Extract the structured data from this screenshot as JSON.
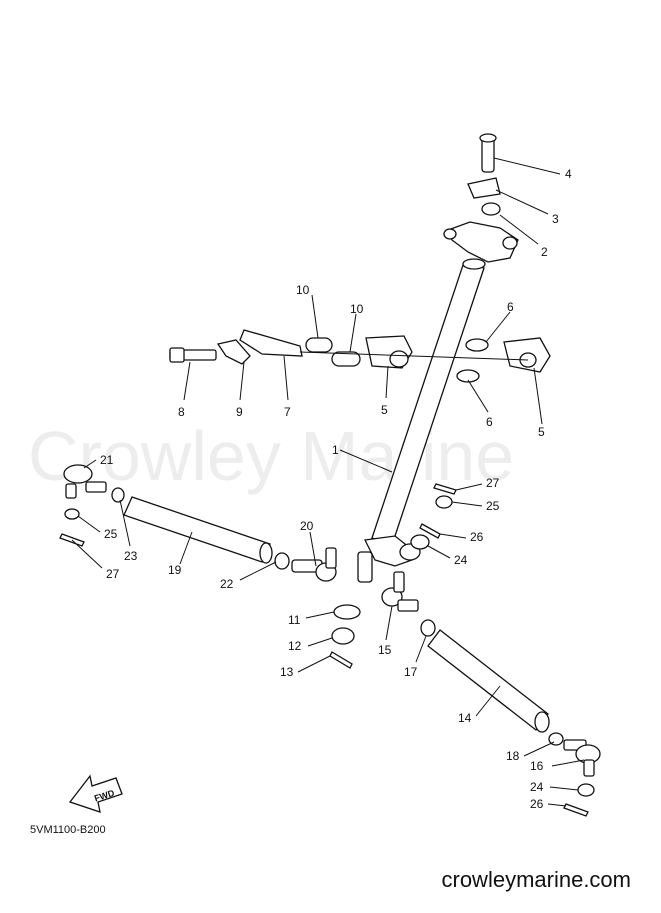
{
  "watermark": "Crowley Marine",
  "website": "crowleymarine.com",
  "diagram_code": "5VM1100-B200",
  "fwd_label": "FWD",
  "callouts": {
    "c1": "1",
    "c2": "2",
    "c3": "3",
    "c4": "4",
    "c5a": "5",
    "c5b": "5",
    "c6a": "6",
    "c6b": "6",
    "c7": "7",
    "c8": "8",
    "c9": "9",
    "c10a": "10",
    "c10b": "10",
    "c11": "11",
    "c12": "12",
    "c13": "13",
    "c14": "14",
    "c15": "15",
    "c16": "16",
    "c17": "17",
    "c18": "18",
    "c19": "19",
    "c20": "20",
    "c21": "21",
    "c22": "22",
    "c23": "23",
    "c24a": "24",
    "c24b": "24",
    "c25a": "25",
    "c25b": "25",
    "c26a": "26",
    "c26b": "26",
    "c27a": "27",
    "c27b": "27"
  },
  "colors": {
    "ink": "#111111",
    "watermark": "#ededed",
    "background": "#ffffff"
  }
}
